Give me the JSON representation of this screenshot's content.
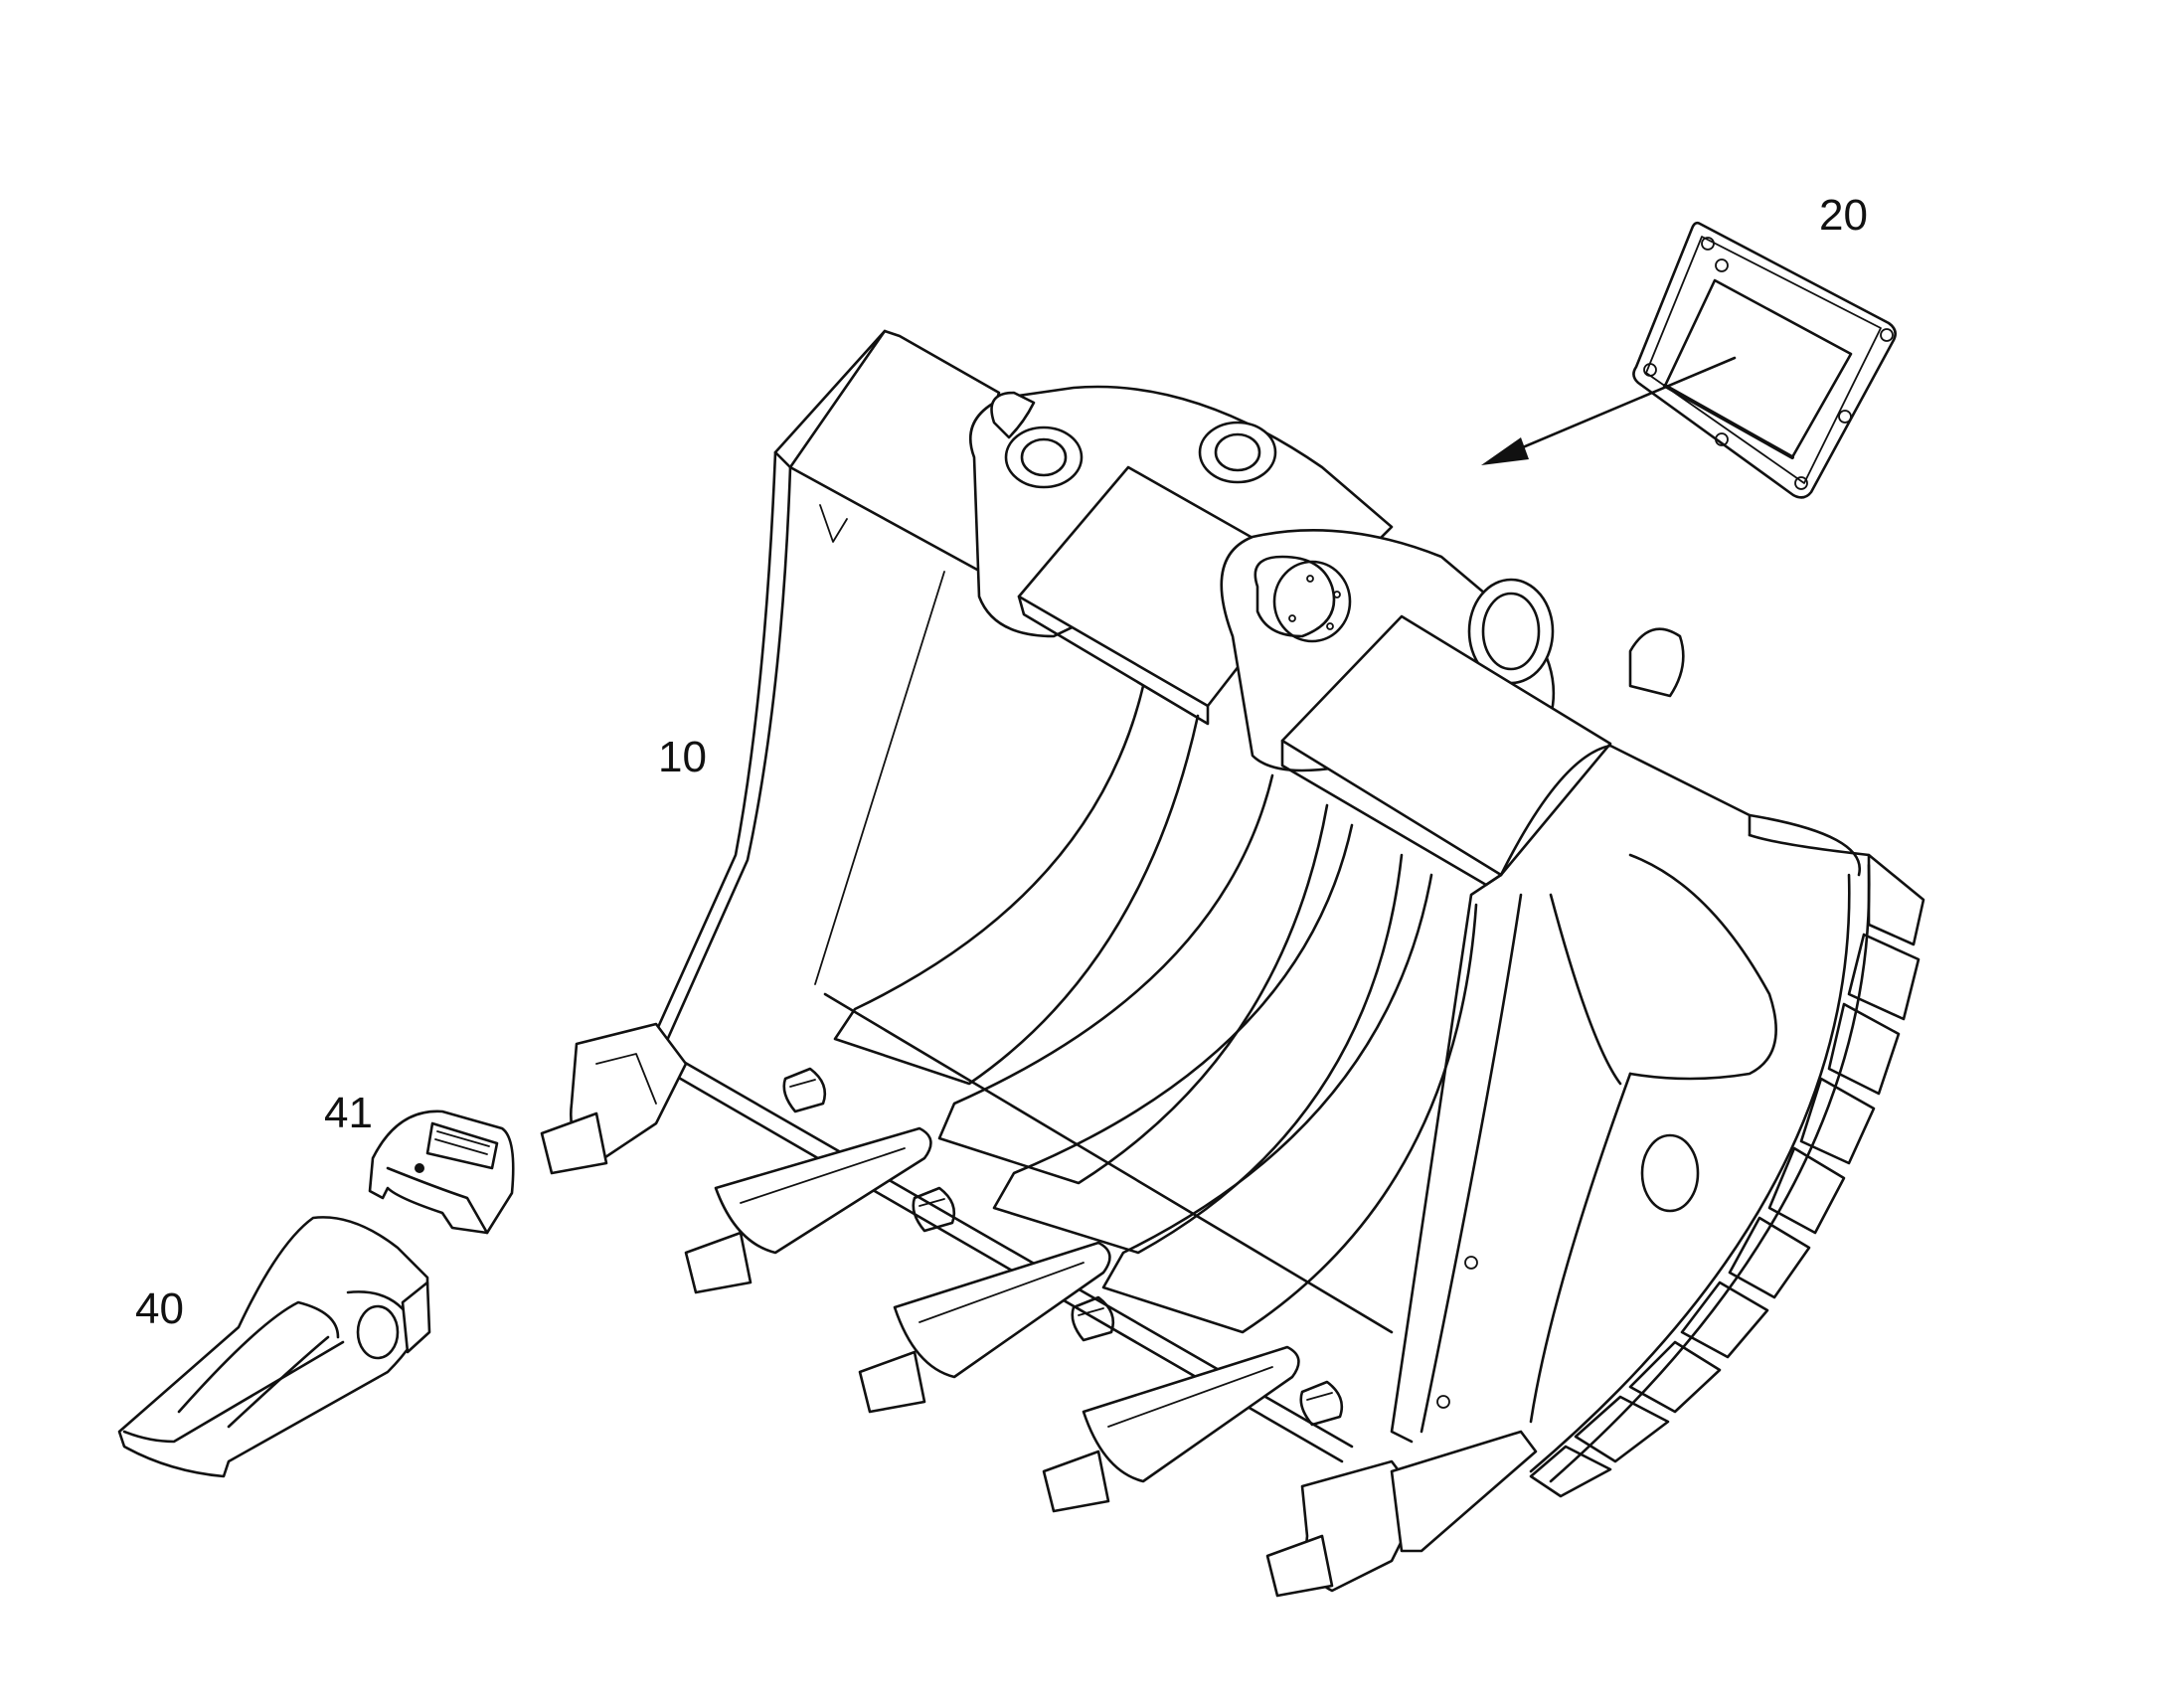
{
  "callouts": {
    "bucket": "10",
    "label_plate": "20",
    "tooth": "40",
    "tooth_adapter_cap": "41"
  },
  "colors": {
    "ink": "#111111",
    "background": "#ffffff"
  }
}
